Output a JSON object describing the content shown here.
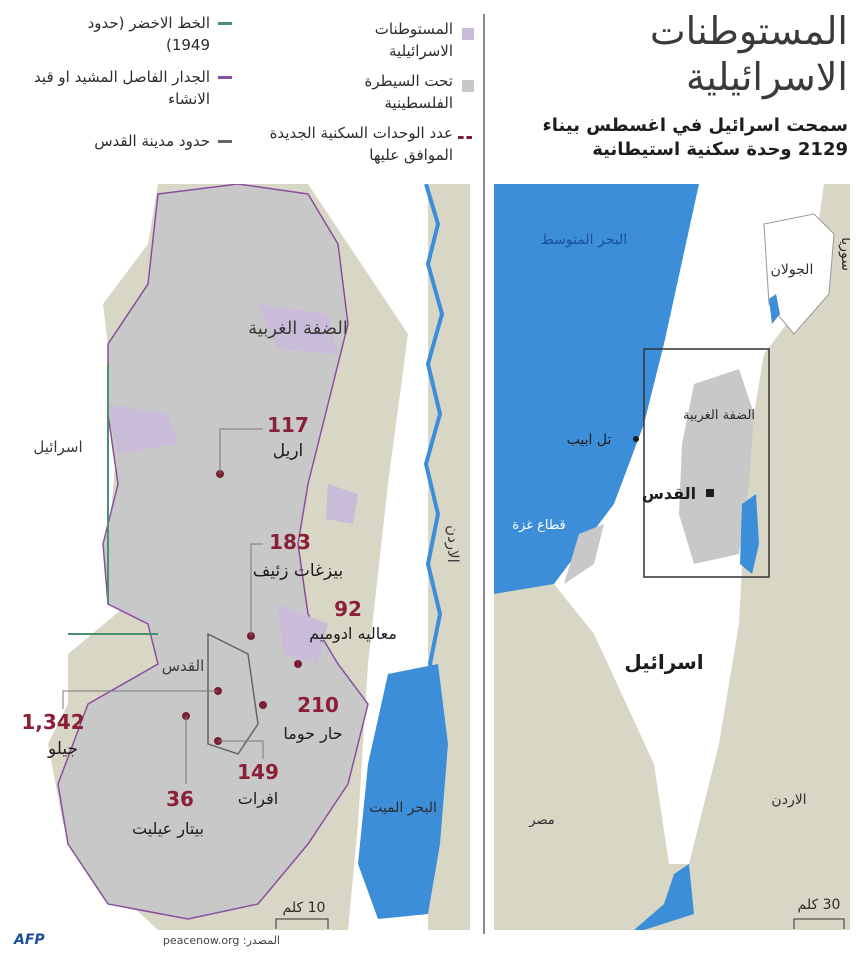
{
  "title": "المستوطنات الاسرائيلية",
  "subtitle": "سمحت اسرائيل في اغسطس بيناء 2129 وحدة سكنية استيطانية",
  "legend": {
    "settlements": "المستوطنات الاسرائيلية",
    "palestinian": "تحت السيطرة الفلسطينية",
    "new_units": "عدد الوحدات السكنية الجديدة الموافق عليها",
    "green_line": "الخط الاخضر (حدود 1949)",
    "barrier": "الجدار الفاصل المشيد او قيد الانشاء",
    "jerusalem_border": "حدود مدينة القدس"
  },
  "colors": {
    "settlement": "#c9bcd8",
    "palestinian": "#c8c8c8",
    "sea": "#3d8ed8",
    "land": "#d8d7c6",
    "israel": "#ffffff",
    "green_line": "#4a8f6e",
    "barrier": "#8a4fa0",
    "units_dash": "#7a2035",
    "marker": "#7a2035",
    "number": "#8a2038"
  },
  "left_map": {
    "west_bank_label": "الضفة الغربية",
    "israel_label": "اسرائيل",
    "jordan_label": "الاردن",
    "jerusalem_label": "القدس",
    "dead_sea_label": "البحر الميت",
    "scale": "10 كلم",
    "settlements": [
      {
        "name": "اريل",
        "units": "117"
      },
      {
        "name": "بيزغات زئيف",
        "units": "183"
      },
      {
        "name": "معاليه ادوميم",
        "units": "92"
      },
      {
        "name": "جيلو",
        "units": "1,342"
      },
      {
        "name": "حار حوما",
        "units": "210"
      },
      {
        "name": "افرات",
        "units": "149"
      },
      {
        "name": "بيتار عيليت",
        "units": "36"
      }
    ]
  },
  "right_map": {
    "sea_label": "البحر المتوسط",
    "golan_label": "الجولان",
    "syria_label": "سوريا",
    "west_bank_label": "الضفة الغربية",
    "tel_aviv_label": "تل ابيب",
    "jerusalem_label": "القدس",
    "gaza_label": "قطاع غزة",
    "israel_label": "اسرائيل",
    "jordan_label": "الاردن",
    "egypt_label": "مصر",
    "scale": "30 كلم"
  },
  "footer": {
    "agency": "AFP",
    "source": "المصدر: peacenow.org"
  }
}
